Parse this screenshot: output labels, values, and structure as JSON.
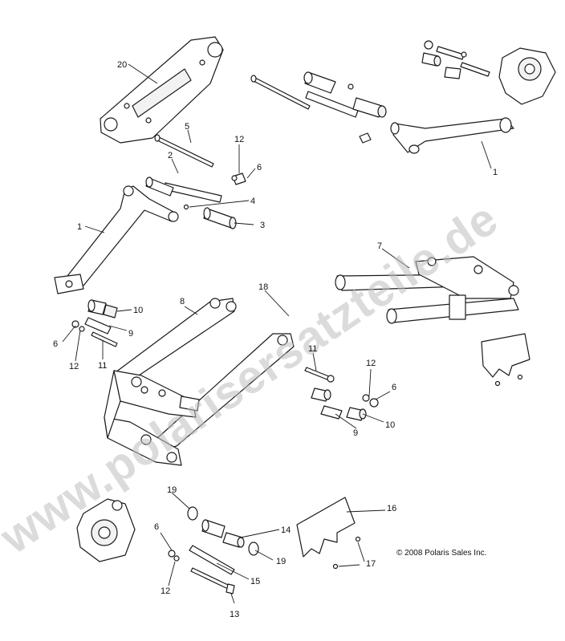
{
  "watermark": "www.polarisersatzteile.de",
  "copyright": "© 2008 Polaris Sales Inc.",
  "callouts": {
    "c20": "20",
    "c5": "5",
    "c2": "2",
    "c12a": "12",
    "c6a": "6",
    "c4": "4",
    "c3": "3",
    "c1a": "1",
    "c1b": "1",
    "c7": "7",
    "c18": "18",
    "c8": "8",
    "c10a": "10",
    "c9a": "9",
    "c11a": "11",
    "c6b": "6",
    "c12b": "12",
    "c11b": "11",
    "c12c": "12",
    "c6c": "6",
    "c10b": "10",
    "c9b": "9",
    "c19a": "19",
    "c16": "16",
    "c14": "14",
    "c19b": "19",
    "c6d": "6",
    "c15": "15",
    "c17": "17",
    "c12d": "12",
    "c13": "13"
  }
}
